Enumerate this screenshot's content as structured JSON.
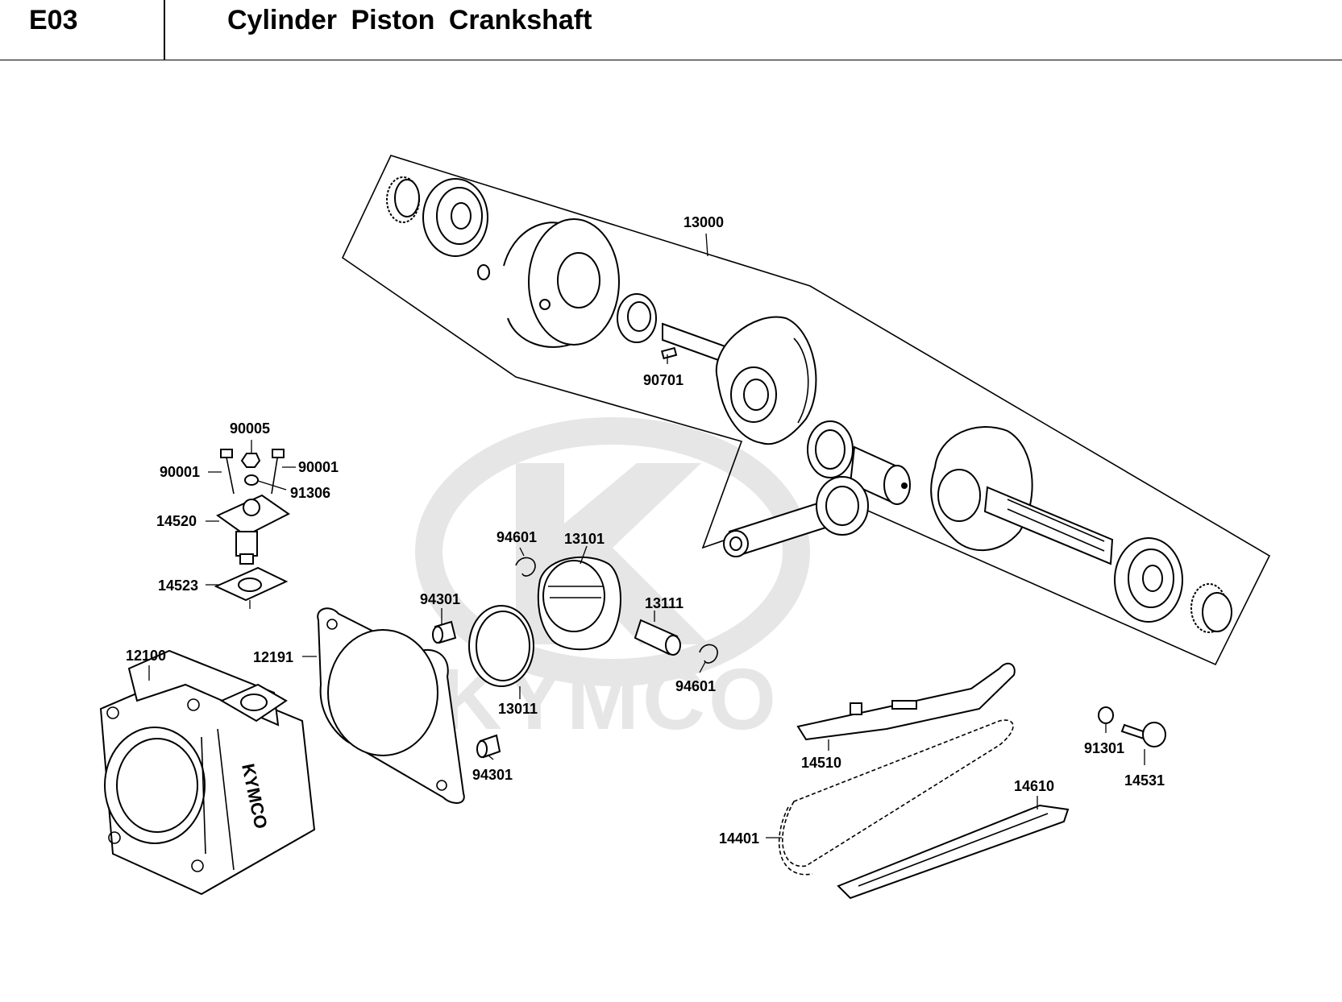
{
  "header": {
    "code": "E03",
    "title": "Cylinder  Piston  Crankshaft"
  },
  "watermark": {
    "brand_text": "KYMCO",
    "logo_icon": "kymco-k-logo-icon",
    "color": "#e6e6e6"
  },
  "parts": {
    "p13000": "13000",
    "p90701": "90701",
    "p90005": "90005",
    "p90001_left": "90001",
    "p90001_right": "90001",
    "p91306": "91306",
    "p14520": "14520",
    "p14523": "14523",
    "p94601_top": "94601",
    "p13101": "13101",
    "p94301_top": "94301",
    "p13111": "13111",
    "p12100": "12100",
    "p12191": "12191",
    "p94601_bottom": "94601",
    "p13011": "13011",
    "p94301_bottom": "94301",
    "p14510": "14510",
    "p91301": "91301",
    "p14531": "14531",
    "p14610": "14610",
    "p14401": "14401"
  }
}
